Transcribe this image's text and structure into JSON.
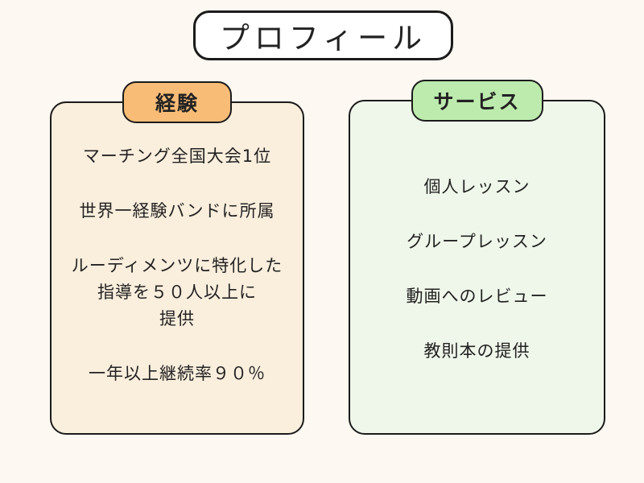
{
  "title": "プロフィール",
  "colors": {
    "background": "#FDF8F1",
    "title_box_fill": "#FFFFFF",
    "card_left_fill": "#FAEEDD",
    "card_left_badge": "#F8BC77",
    "card_right_fill": "#EFF7EA",
    "card_right_badge": "#BDEBAE",
    "border": "#1B1B1B",
    "text": "#222222"
  },
  "cards": [
    {
      "id": "experience",
      "badge": "経験",
      "items": [
        "マーチング全国大会1位",
        "世界一経験バンドに所属",
        "ルーディメンツに特化した\n指導を５０人以上に\n提供",
        "一年以上継続率９０％"
      ]
    },
    {
      "id": "services",
      "badge": "サービス",
      "items": [
        "個人レッスン",
        "グループレッスン",
        "動画へのレビュー",
        "教則本の提供"
      ]
    }
  ]
}
